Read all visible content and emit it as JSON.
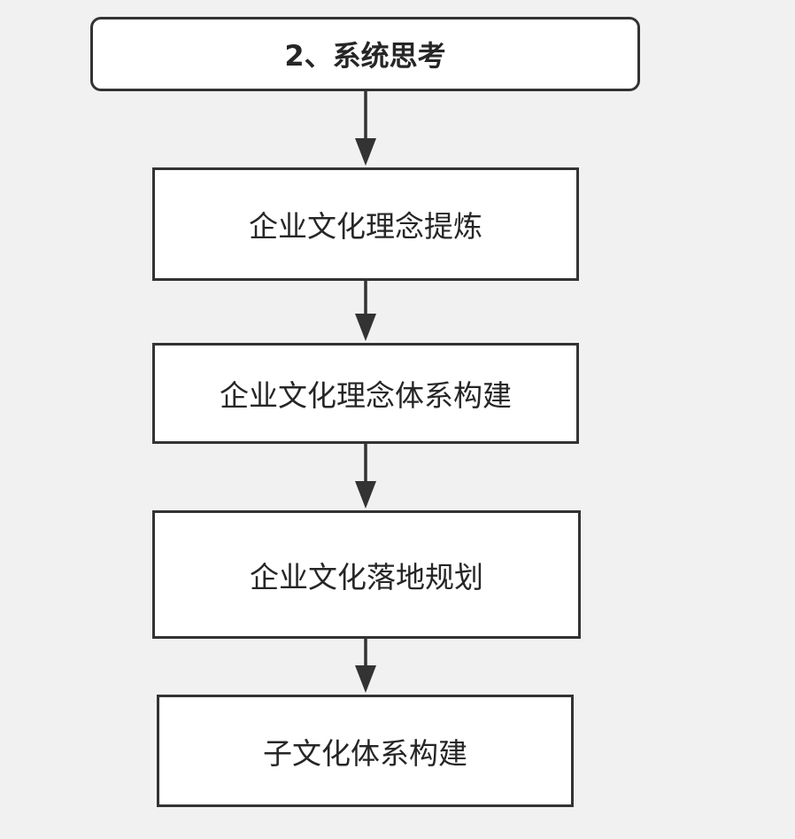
{
  "diagram": {
    "nodes": [
      {
        "id": "title",
        "label": "2、系统思考"
      },
      {
        "id": "step-1",
        "label": "企业文化理念提炼"
      },
      {
        "id": "step-2",
        "label": "企业文化理念体系构建"
      },
      {
        "id": "step-3",
        "label": "企业文化落地规划"
      },
      {
        "id": "step-4",
        "label": "子文化体系构建"
      }
    ],
    "edges": [
      {
        "from": "title",
        "to": "step-1"
      },
      {
        "from": "step-1",
        "to": "step-2"
      },
      {
        "from": "step-2",
        "to": "step-3"
      },
      {
        "from": "step-3",
        "to": "step-4"
      }
    ],
    "colors": {
      "background": "#f1f1f1",
      "box_fill": "#ffffff",
      "stroke": "#333333",
      "text": "#262626"
    }
  }
}
